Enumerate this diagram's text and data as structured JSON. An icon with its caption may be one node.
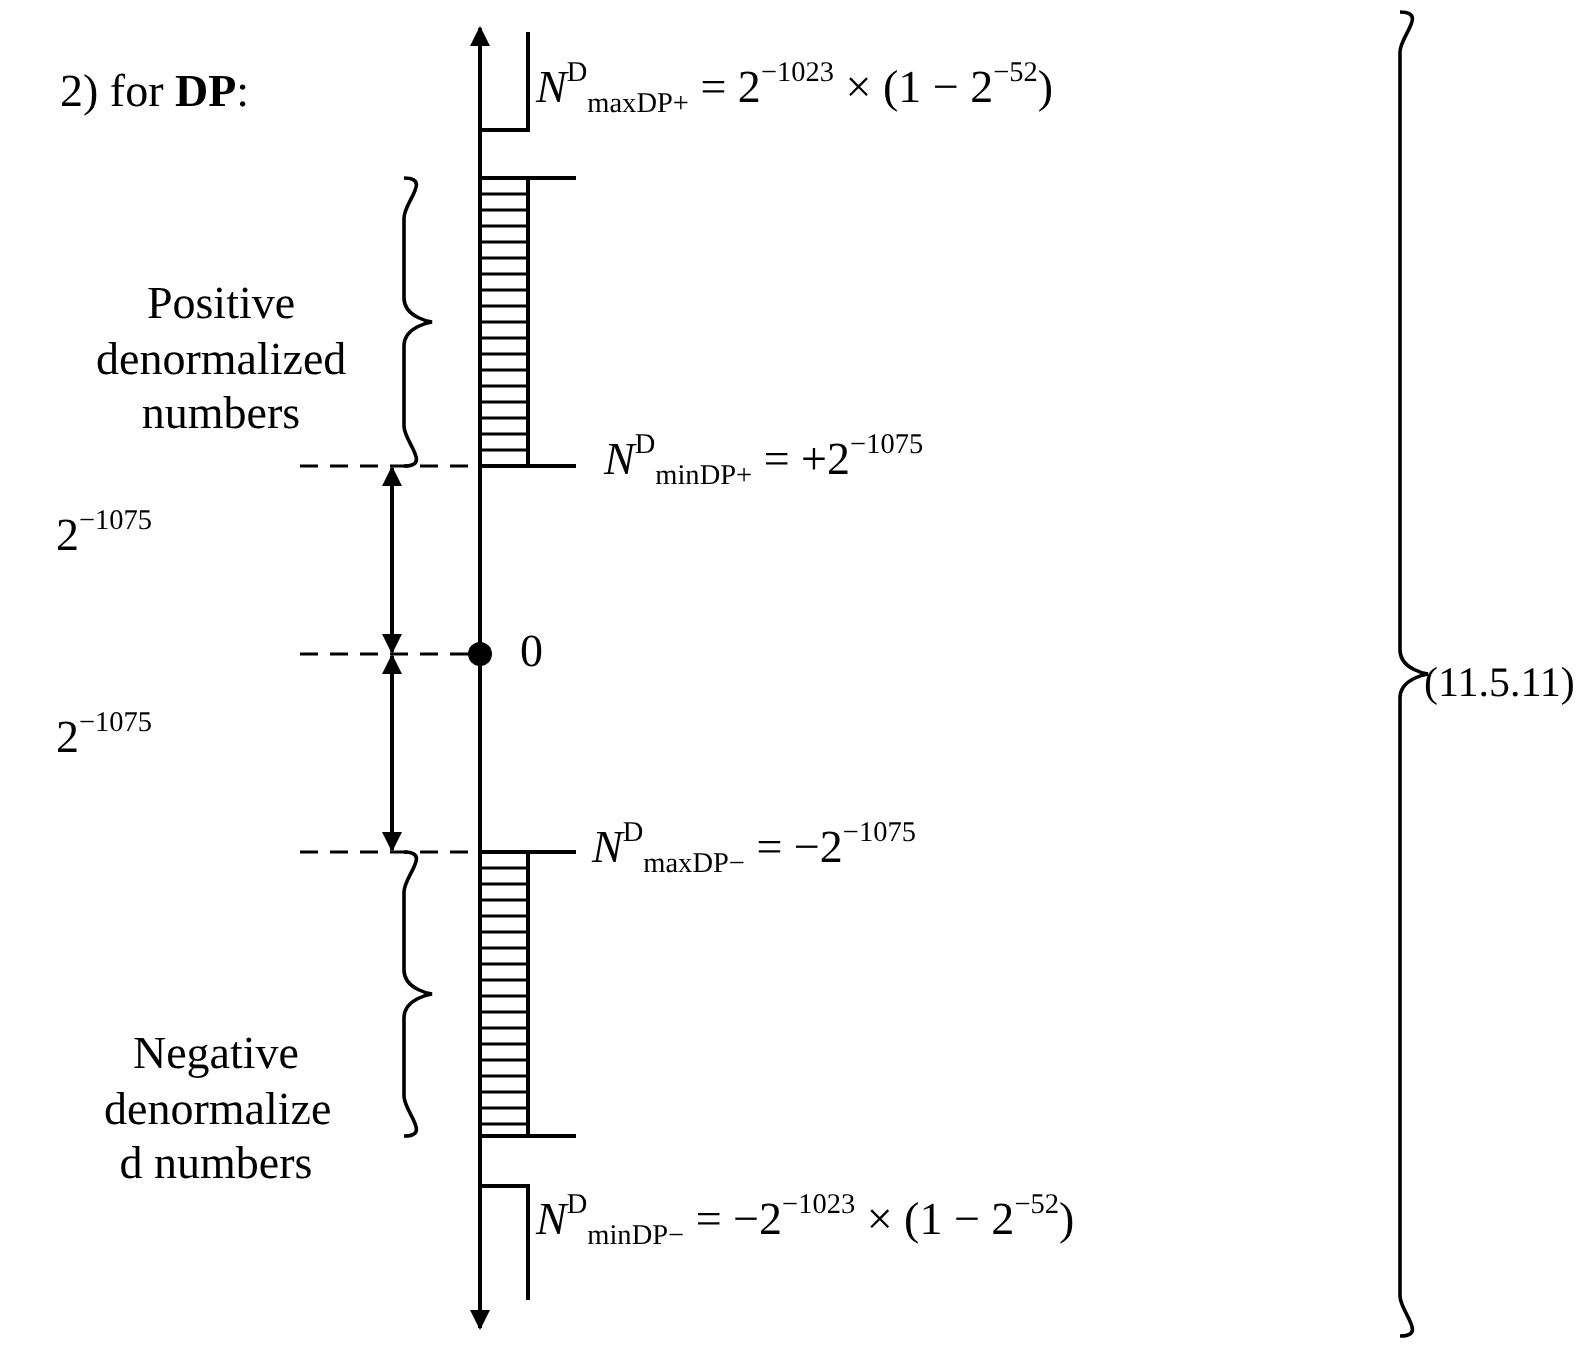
{
  "diagram": {
    "labels": [
      "2) for **DP**:",
      "*N*$^{D}$$_{max}$$_{DP+}$ = 2$^{−1023}$ × (1 − 2$^{−52}$)",
      "Positive denormalized numbers",
      "*N*$^{D}$$_{min}$$_{DP+}$ = +2$^{−1075}$",
      "2$^{−1075}$",
      "0",
      "2$^{−1075}$",
      "*N*$^{D}$$_{max}$$_{DP−}$ = −2$^{−1075}$",
      "Negative denormalize d numbers",
      "*N*$^{D}$$_{min}$$_{DP−}$ = −2$^{−1023}$ × (1 − 2$^{−52}$)",
      "(11.5.11)"
    ]
  }
}
